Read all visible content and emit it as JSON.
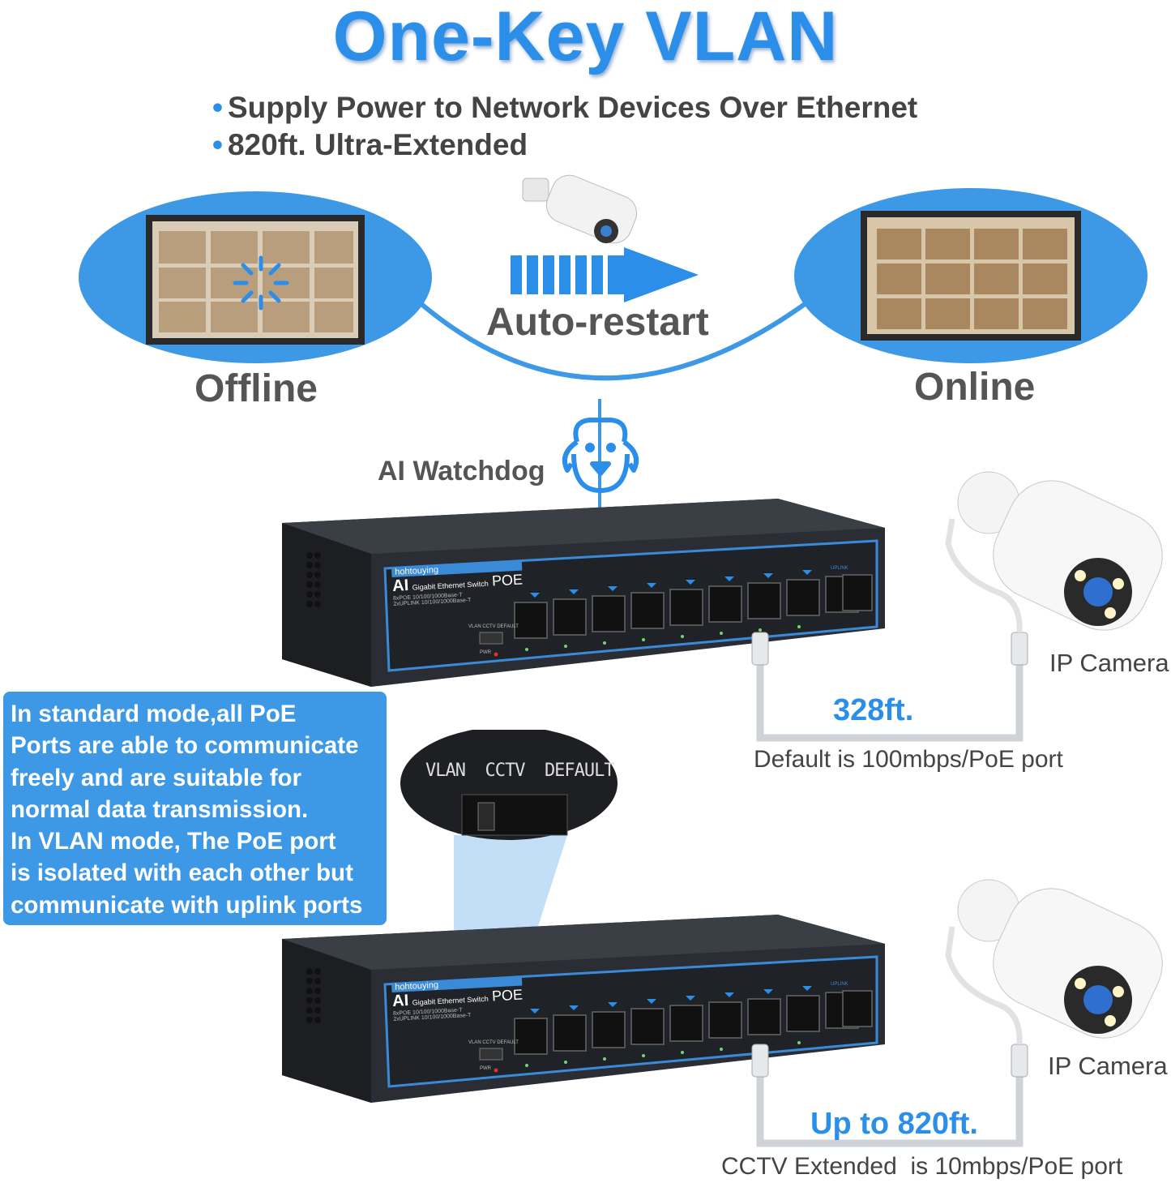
{
  "title": "One-Key VLAN",
  "bullets": [
    "Supply Power to Network Devices Over Ethernet",
    "820ft. Ultra-Extended"
  ],
  "auto_restart": "Auto-restart",
  "offline": "Offline",
  "online": "Online",
  "watchdog": "AI Watchdog",
  "info_lines": [
    "In standard mode,all PoE",
    "Ports are able to communicate",
    "freely and are suitable for",
    "normal data transmission.",
    "In VLAN mode, The PoE port",
    "is isolated with each other but",
    "communicate with uplink ports"
  ],
  "switch_modes": "VLAN  CCTV  DEFAULT",
  "switch": {
    "brand": "hohtouying",
    "ai": "AI",
    "name": "Gigabit Ethernet Switch",
    "poe": "POE",
    "spec1": "8xPOE 10/100/1000Base-T",
    "spec2": "2xUPLINK 10/100/1000Base-T",
    "mode_small": "VLAN  CCTV  DEFAULT",
    "pwr": "PWR",
    "uplink": "UPLINK"
  },
  "camera_label": "IP Camera",
  "top_distance": "328ft.",
  "top_note": "Default is 100mbps/PoE port",
  "bottom_distance": "Up to 820ft.",
  "bottom_note": "CCTV Extended  is 10mbps/PoE port",
  "colors": {
    "accent": "#2b8ee8",
    "ellipse": "#3d98e6",
    "switch_body": "#24272c"
  }
}
